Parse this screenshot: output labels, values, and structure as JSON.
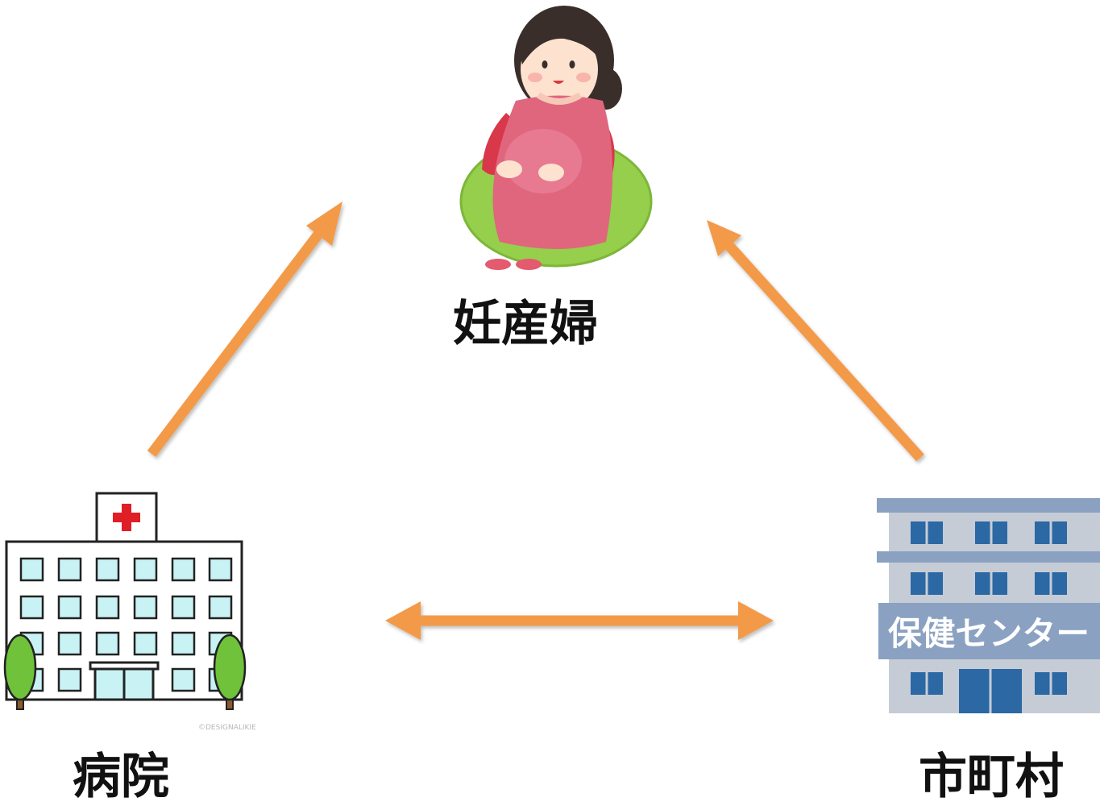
{
  "nodes": {
    "pregnant_woman": {
      "label": "妊産婦"
    },
    "hospital": {
      "label": "病院",
      "credit": "©DESIGNALIKIE"
    },
    "municipality": {
      "label": "市町村",
      "building_sign": "保健センター"
    }
  },
  "edges": [
    {
      "from": "hospital",
      "to": "pregnant_woman",
      "direction": "one-way"
    },
    {
      "from": "municipality",
      "to": "pregnant_woman",
      "direction": "one-way"
    },
    {
      "from": "hospital",
      "to": "municipality",
      "direction": "two-way"
    }
  ],
  "colors": {
    "arrow": "#f39a4a",
    "hospital_window": "#c9f2f4",
    "hospital_cross": "#e01e26",
    "tree": "#6fc23a",
    "center_wall": "#c6ccd6",
    "center_band": "#8aa1c2",
    "center_window": "#2b68a4",
    "woman_dress": "#e0667e",
    "woman_sleeve": "#d9384a",
    "beanbag": "#95cf4b"
  }
}
